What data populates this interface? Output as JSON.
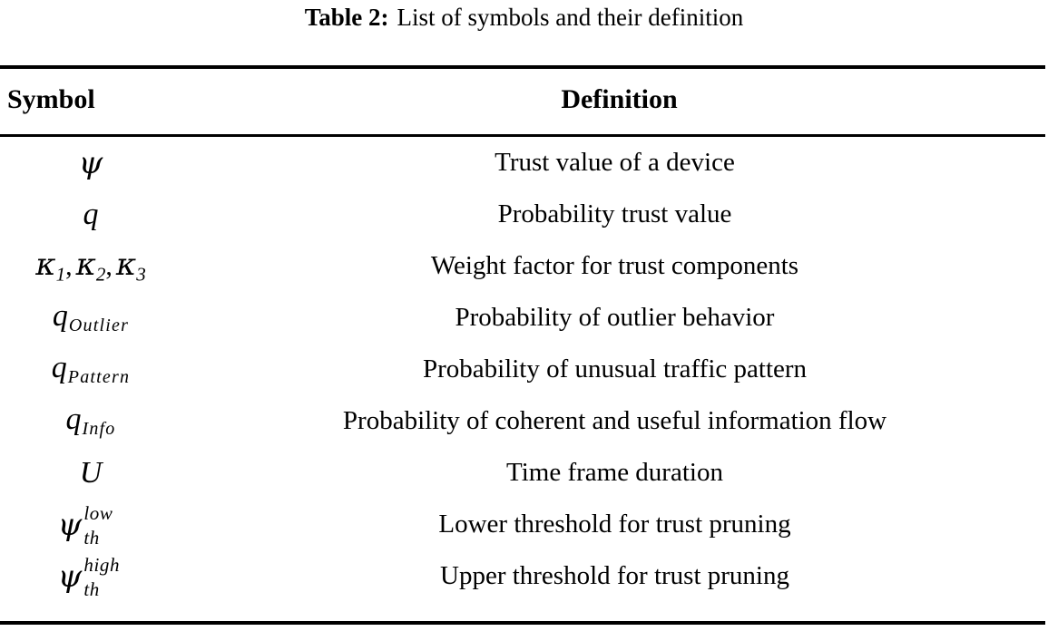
{
  "caption": {
    "label": "Table 2:",
    "text": "List of symbols and their definition"
  },
  "columns": {
    "symbol": "Symbol",
    "definition": "Definition"
  },
  "rows": [
    {
      "symbol_plain": "ψ",
      "definition": "Trust value of a device"
    },
    {
      "symbol_plain": "q",
      "definition": "Probability trust value"
    },
    {
      "symbol_plain": "κ1, κ2, κ3",
      "definition": "Weight factor for trust components"
    },
    {
      "symbol_plain": "qOutlier",
      "base": "q",
      "subscript": "Outlier",
      "definition": "Probability of outlier behavior"
    },
    {
      "symbol_plain": "qPattern",
      "base": "q",
      "subscript": "Pattern",
      "definition": "Probability of unusual traffic pattern"
    },
    {
      "symbol_plain": "qInfo",
      "base": "q",
      "subscript": "Info",
      "definition": "Probability of coherent and useful information flow"
    },
    {
      "symbol_plain": "U",
      "definition": "Time frame duration"
    },
    {
      "symbol_plain": "ψth low",
      "base": "ψ",
      "superscript": "low",
      "subscript": "th",
      "definition": "Lower threshold for trust pruning"
    },
    {
      "symbol_plain": "ψth high",
      "base": "ψ",
      "superscript": "high",
      "subscript": "th",
      "definition": "Upper threshold for trust pruning"
    }
  ],
  "symbol_parts": {
    "psi": "ψ",
    "q": "q",
    "U": "U",
    "kappa": "κ",
    "k1": "1",
    "k2": "2",
    "k3": "3",
    "comma": ",",
    "sub_outlier": "Outlier",
    "sub_pattern": "Pattern",
    "sub_info": "Info",
    "sub_th": "th",
    "sup_low": "low",
    "sup_high": "high"
  },
  "style": {
    "rule_color": "#000000",
    "text_color": "#000000",
    "background": "#ffffff"
  }
}
